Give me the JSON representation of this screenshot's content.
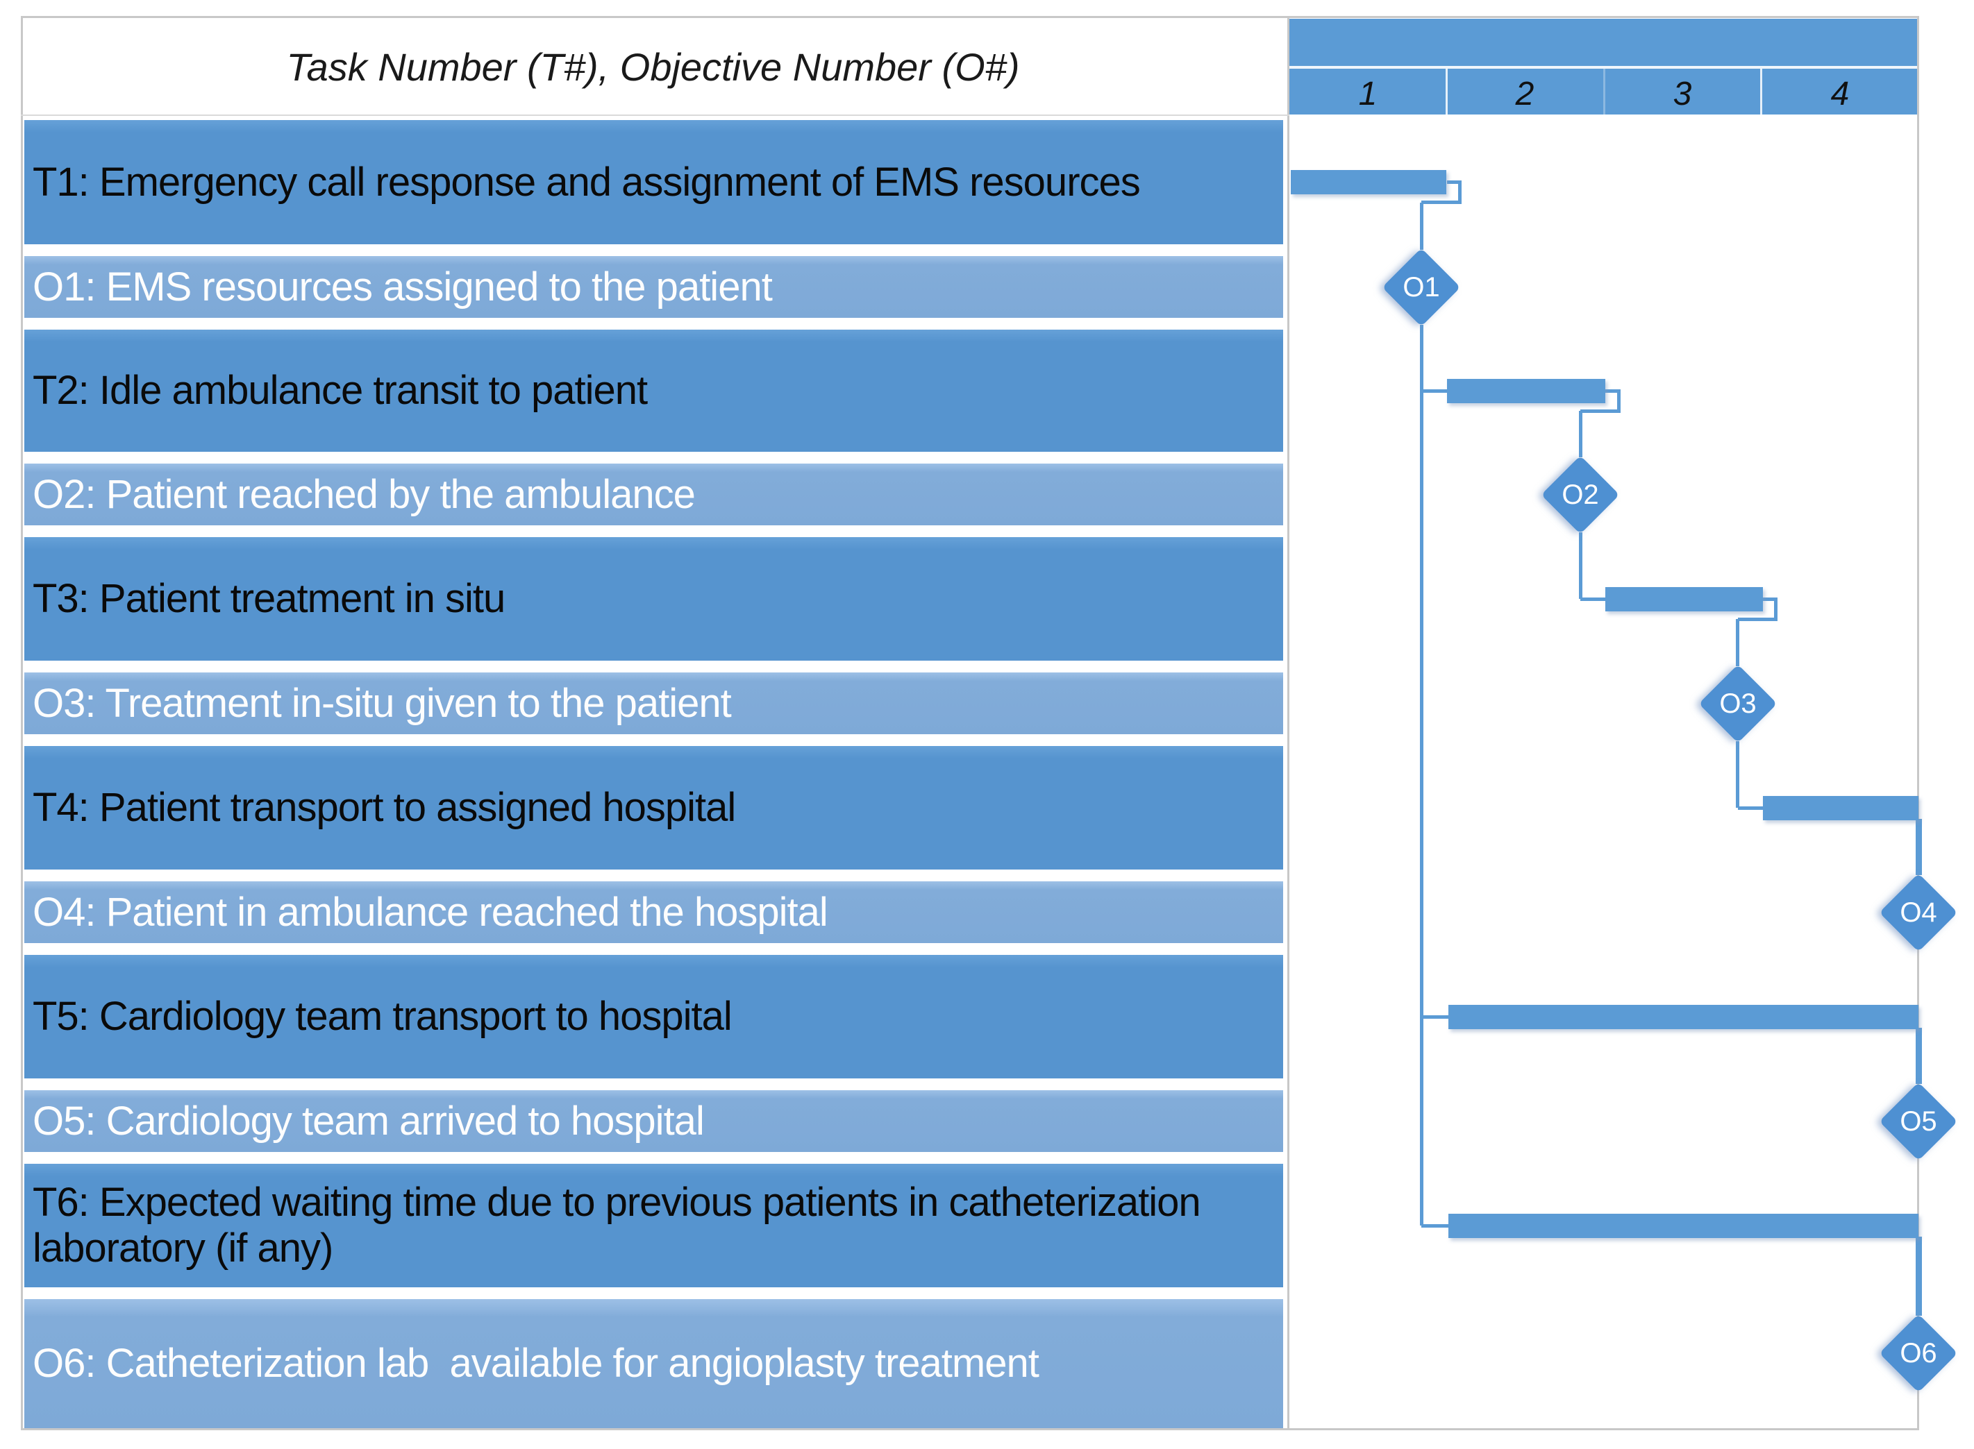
{
  "table": {
    "header": {
      "title": "Task Number (T#), Objective Number (O#)",
      "columns": [
        "1",
        "2",
        "3",
        "4"
      ]
    },
    "rows": [
      {
        "id": "T1",
        "kind": "task",
        "label": "T1: Emergency call response and assignment of EMS resources",
        "bar": {
          "start": 0.01,
          "end": 1.0
        }
      },
      {
        "id": "O1",
        "kind": "objective",
        "label": "O1: EMS resources assigned to the patient",
        "milestone": {
          "t": 0.84,
          "label": "O1"
        }
      },
      {
        "id": "T2",
        "kind": "task",
        "label": "T2: Idle ambulance transit to patient",
        "bar": {
          "start": 1.0,
          "end": 2.01
        }
      },
      {
        "id": "O2",
        "kind": "objective",
        "label": "O2: Patient reached by the ambulance",
        "milestone": {
          "t": 1.85,
          "label": "O2"
        }
      },
      {
        "id": "T3",
        "kind": "task",
        "label": "T3: Patient treatment in situ",
        "bar": {
          "start": 2.01,
          "end": 3.01
        }
      },
      {
        "id": "O3",
        "kind": "objective",
        "label": "O3: Treatment in-situ given to the patient",
        "milestone": {
          "t": 2.85,
          "label": "O3"
        }
      },
      {
        "id": "T4",
        "kind": "task",
        "label": "T4: Patient transport to assigned hospital",
        "bar": {
          "start": 3.01,
          "end": 4.0
        }
      },
      {
        "id": "O4",
        "kind": "objective",
        "label": "O4: Patient in ambulance reached the hospital",
        "milestone": {
          "t": 4.0,
          "label": "O4"
        }
      },
      {
        "id": "T5",
        "kind": "task",
        "label": "T5: Cardiology team transport to hospital",
        "bar": {
          "start": 1.01,
          "end": 4.0
        }
      },
      {
        "id": "O5",
        "kind": "objective",
        "label": "O5: Cardiology team arrived to hospital",
        "milestone": {
          "t": 4.0,
          "label": "O5"
        }
      },
      {
        "id": "T6",
        "kind": "task",
        "label": "T6: Expected waiting time due to previous patients in catheterization laboratory (if any)",
        "bar": {
          "start": 1.01,
          "end": 4.0
        }
      },
      {
        "id": "O6",
        "kind": "objective",
        "label": "O6: Catheterization lab  available for angioplasty treatment",
        "milestone": {
          "t": 4.0,
          "label": "O6"
        }
      }
    ]
  },
  "colors": {
    "task_row": "#5694cf",
    "objective_row": "#82acd9",
    "header_band": "#5b9bd5",
    "gantt_bar": "#5b9bd5",
    "milestone_diamond": "#4e90d2",
    "connector": "#5b9bd5",
    "grid": "#c8c8c8",
    "task_text": "#000000",
    "objective_text": "#ffffff",
    "header_text": "#1a1a1a"
  },
  "chart_data": {
    "type": "bar",
    "variant": "gantt-schedule",
    "title": "Task Number (T#), Objective Number (O#)",
    "x_axis": {
      "ticks": [
        "1",
        "2",
        "3",
        "4"
      ],
      "range": [
        0,
        4
      ],
      "gridlines": false
    },
    "legend": "none",
    "tasks": [
      {
        "name": "T1: Emergency call response and assignment of EMS resources",
        "start": 0,
        "end": 1
      },
      {
        "name": "T2: Idle ambulance transit to patient",
        "start": 1,
        "end": 2
      },
      {
        "name": "T3: Patient treatment in situ",
        "start": 2,
        "end": 3
      },
      {
        "name": "T4: Patient transport to assigned hospital",
        "start": 3,
        "end": 4
      },
      {
        "name": "T5: Cardiology team transport to hospital",
        "start": 1,
        "end": 4
      },
      {
        "name": "T6: Expected waiting time due to previous patients in catheterization laboratory (if any)",
        "start": 1,
        "end": 4
      }
    ],
    "milestones": [
      {
        "name": "O1: EMS resources assigned to the patient",
        "time": 0.84
      },
      {
        "name": "O2: Patient reached by the ambulance",
        "time": 1.85
      },
      {
        "name": "O3: Treatment in-situ given to the patient",
        "time": 2.85
      },
      {
        "name": "O4: Patient in ambulance reached the hospital",
        "time": 4
      },
      {
        "name": "O5: Cardiology team arrived to hospital",
        "time": 4
      },
      {
        "name": "O6: Catheterization lab available for angioplasty treatment",
        "time": 4
      }
    ],
    "dependencies": [
      "T1-O1",
      "O1-T2",
      "T2-O2",
      "O2-T3",
      "T3-O3",
      "O3-T4",
      "T4-O4",
      "O1-T5",
      "T5-O5",
      "O1-T6",
      "T6-O6"
    ]
  }
}
